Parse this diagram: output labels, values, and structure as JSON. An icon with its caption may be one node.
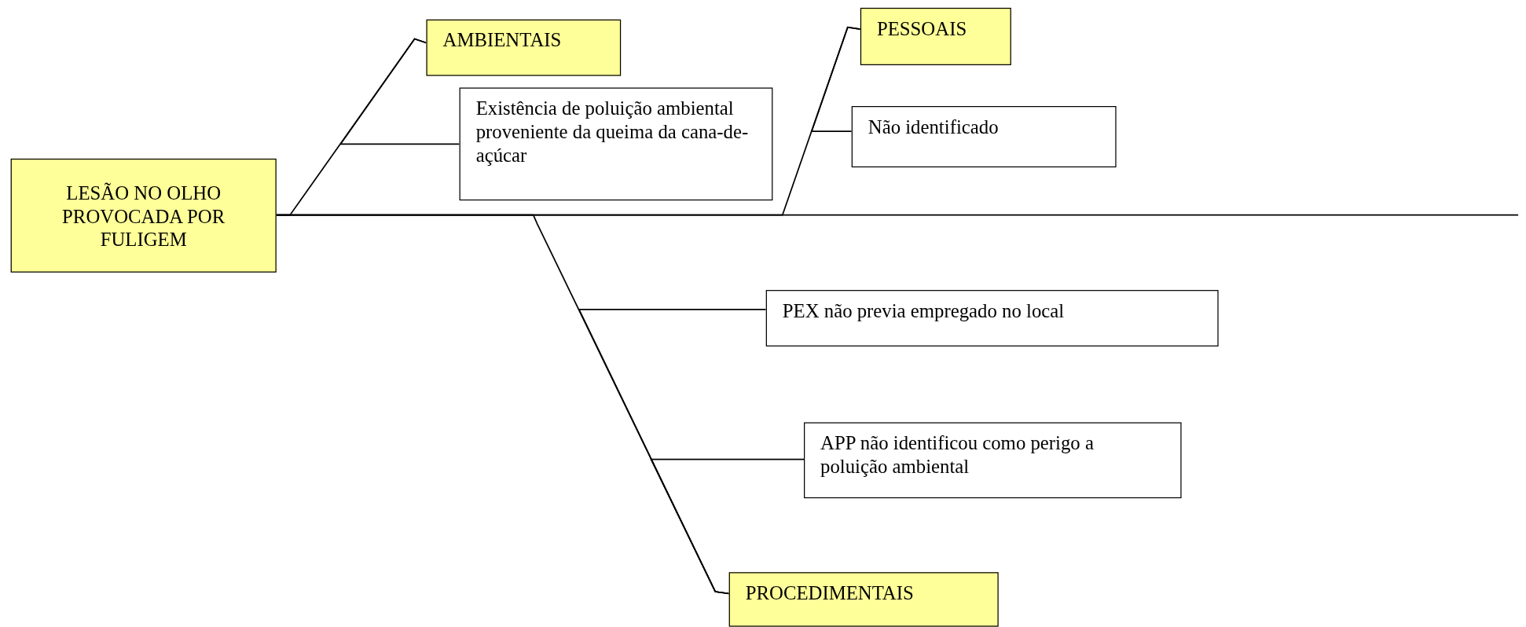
{
  "diagram": {
    "nodes": [
      {
        "text": [
          "LESÃO NO OLHO PROVOCADA POR FULIGEM"
        ]
      },
      {
        "text": [
          "AMBIENTAIS"
        ]
      },
      {
        "text": [
          "Existência de poluição ambiental proveniente da queima da cana-de-açúcar"
        ]
      },
      {
        "text": [
          "PESSOAIS"
        ]
      },
      {
        "text": [
          "Não identificado"
        ]
      },
      {
        "text": [
          "PEX não previa empregado no local"
        ]
      },
      {
        "text": [
          "APP não identificou como perigo a poluição ambiental"
        ]
      },
      {
        "text": [
          "PROCEDIMENTAIS"
        ]
      }
    ],
    "edges": [
      {
        "from": 1,
        "to": 0,
        "arrow": "none"
      },
      {
        "from": 2,
        "to": 1,
        "arrow": "none"
      },
      {
        "from": 3,
        "to": 0,
        "arrow": "none"
      },
      {
        "from": 4,
        "to": 3,
        "arrow": "none"
      },
      {
        "from": 7,
        "to": 0,
        "arrow": "none"
      },
      {
        "from": 5,
        "to": 7,
        "arrow": "none"
      },
      {
        "from": 6,
        "to": 7,
        "arrow": "none"
      }
    ]
  }
}
